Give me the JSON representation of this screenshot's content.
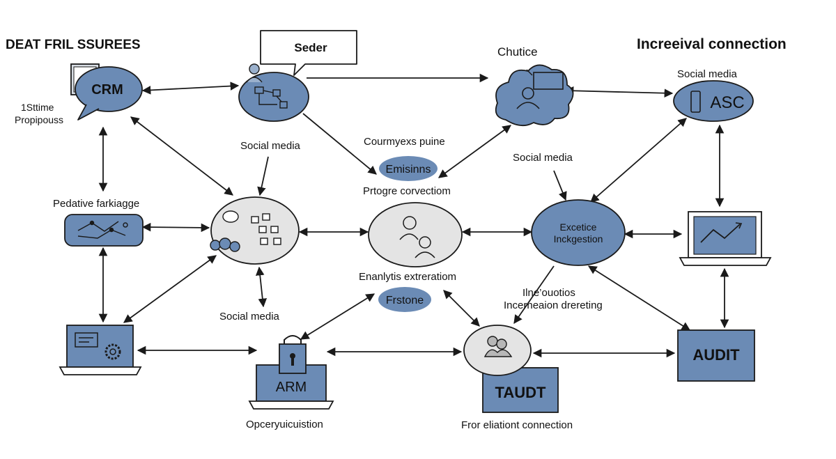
{
  "titles": {
    "left": "DEAT FRIL SSUREES",
    "right": "Increeival connection"
  },
  "nodes": {
    "crm": "CRM",
    "crm_note_line1": "1Sttime",
    "crm_note_line2": "Propipouss",
    "seder": "Seder",
    "chutice": "Chutice",
    "social_media_top_right": "Social media",
    "asc": "ASC",
    "social_media_upper_left": "Social media",
    "courmyexs": "Courmyexs puine",
    "emisinns": "Emisinns",
    "prtogre": "Prtogre corvectiom",
    "social_media_upper_mid": "Social media",
    "pedative": "Pedative farkiagge",
    "excetice_line1": "Excetice",
    "excetice_line2": "Inckgestion",
    "enanlytis": "Enanlytis extreratiom",
    "frstone": "Frstone",
    "ilne_line1": "Ilne’ouotios",
    "ilne_line2": "Incerneaion drereting",
    "social_media_lower": "Social media",
    "arm": "ARM",
    "taudt": "TAUDT",
    "audit": "AUDIT",
    "operyu": "Opceryuicuistion",
    "fror": "Fror eliationt connection"
  },
  "colors": {
    "node_blue": "#6b8bb5",
    "node_grey": "#e4e4e4",
    "stroke": "#1a1a1a"
  }
}
